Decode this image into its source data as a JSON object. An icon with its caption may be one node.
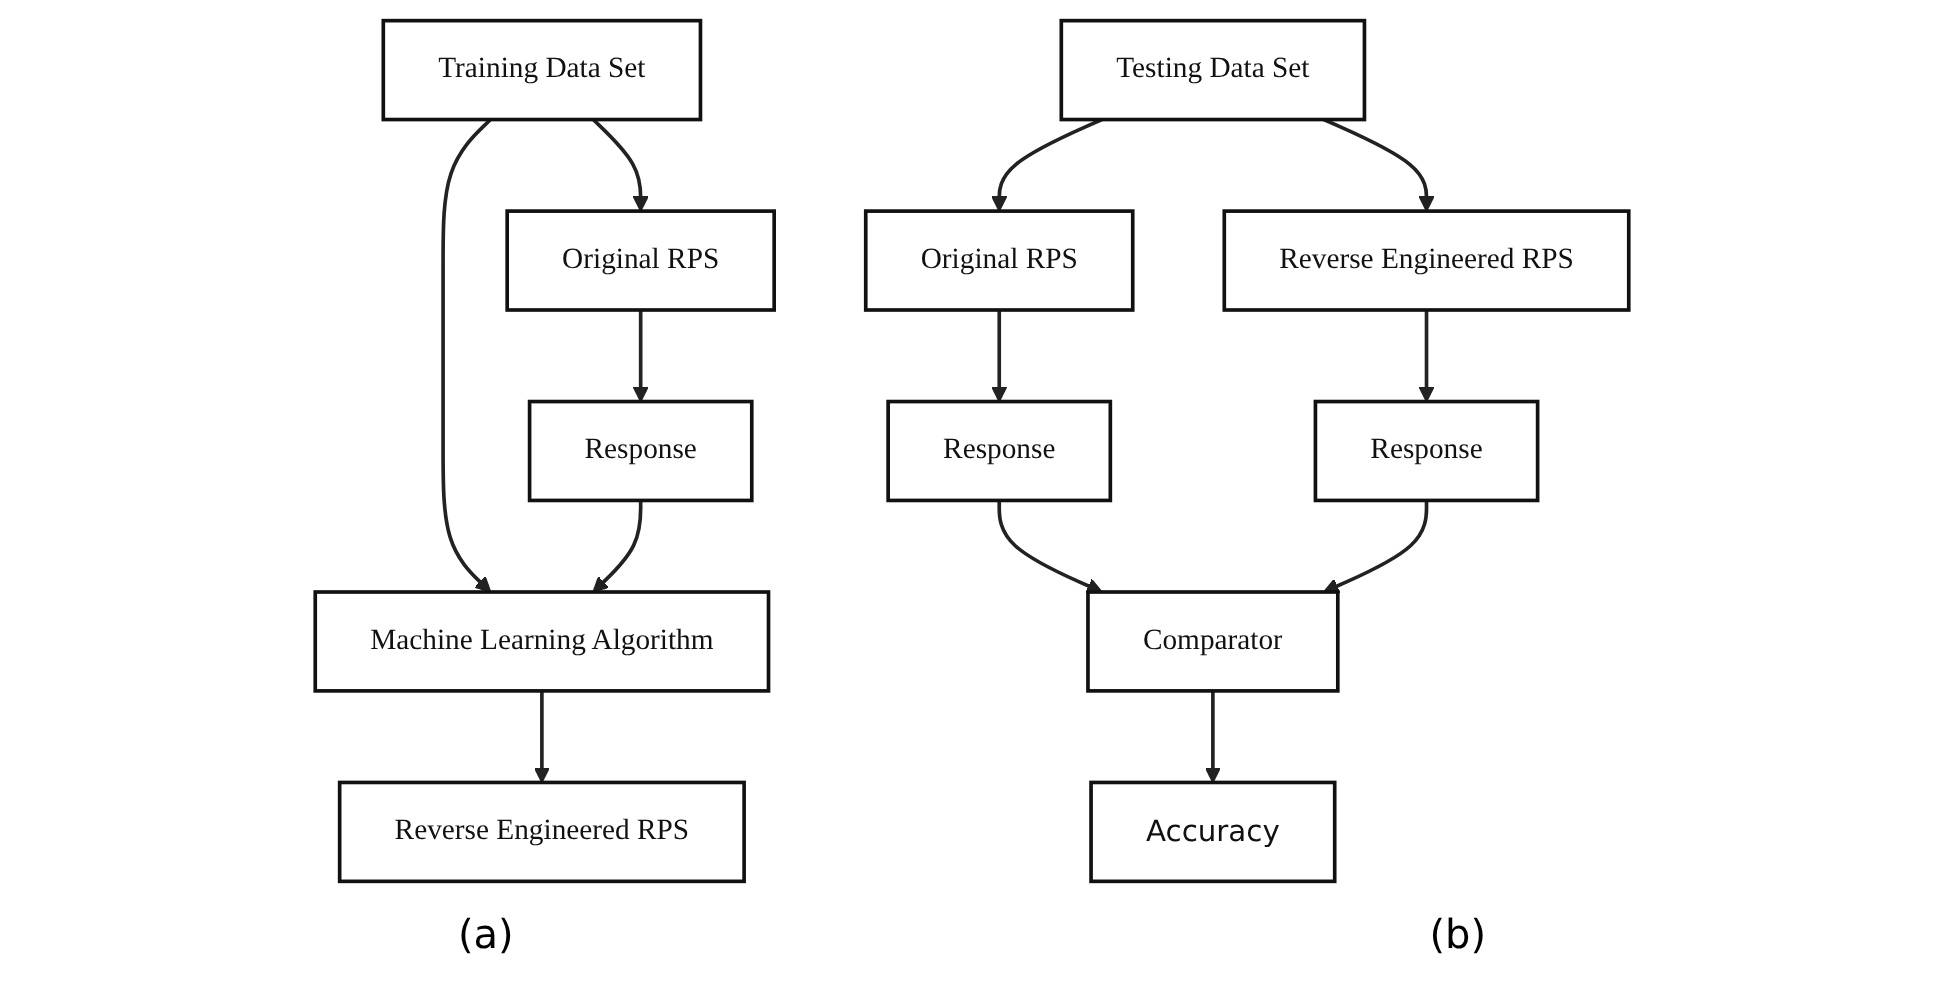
{
  "diagram": {
    "nodes": [
      {
        "text": [
          "Training Data Set"
        ]
      },
      {
        "text": [
          "Original RPS"
        ]
      },
      {
        "text": [
          "Machine Learning Algorithm"
        ]
      },
      {
        "text": [
          "Reverse Engineered RPS"
        ]
      },
      {
        "text": [
          "Response"
        ]
      },
      {
        "text": [
          "Testing Data Set"
        ]
      },
      {
        "text": [
          "Original RPS"
        ]
      },
      {
        "text": [
          "Reverse Engineered RPS"
        ]
      },
      {
        "text": [
          "Response"
        ]
      },
      {
        "text": [
          "Response"
        ]
      },
      {
        "text": [
          "Comparator"
        ]
      },
      {
        "text": [
          "Accuracy"
        ]
      }
    ],
    "edges": [
      {
        "from": 0,
        "to": 1,
        "arrow": "to"
      },
      {
        "from": 0,
        "to": 2,
        "arrow": "to"
      },
      {
        "from": 2,
        "to": 3,
        "arrow": "to"
      },
      {
        "from": 1,
        "to": 4,
        "arrow": "to"
      },
      {
        "from": 4,
        "to": 2,
        "arrow": "to"
      },
      {
        "from": 5,
        "to": 6,
        "arrow": "to"
      },
      {
        "from": 5,
        "to": 7,
        "arrow": "to"
      },
      {
        "from": 6,
        "to": 8,
        "arrow": "to"
      },
      {
        "from": 7,
        "to": 9,
        "arrow": "to"
      },
      {
        "from": 8,
        "to": 10,
        "arrow": "to"
      },
      {
        "from": 9,
        "to": 10,
        "arrow": "to"
      },
      {
        "from": 10,
        "to": 11,
        "arrow": "to"
      }
    ],
    "labels": [
      "(a)",
      "(b)"
    ]
  }
}
